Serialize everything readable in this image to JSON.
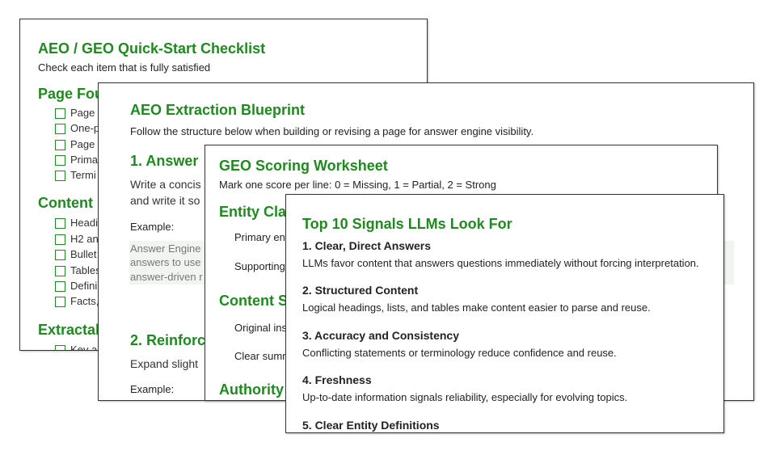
{
  "doc1": {
    "title": "AEO / GEO Quick-Start Checklist",
    "subtitle": "Check each item that is fully satisfied",
    "sections": [
      {
        "heading": "Page Fou",
        "items": [
          "Page",
          "One-p",
          "Page",
          "Prima",
          "Termi"
        ]
      },
      {
        "heading": "Content",
        "items": [
          "Headi",
          "H2 an",
          "Bullet",
          "Tables",
          "Defini",
          "Facts,"
        ]
      },
      {
        "heading": "Extractal",
        "items": [
          "Key a"
        ]
      }
    ]
  },
  "doc2": {
    "title": "AEO Extraction Blueprint",
    "subtitle": "Follow the structure below when building or revising a page for answer engine visibility.",
    "s1_heading": "1. Answer",
    "s1_lines": [
      "Write a concis",
      "and write it so"
    ],
    "example_label": "Example:",
    "example_lines": [
      "Answer Engine",
      "answers to use",
      "answer-driven r"
    ],
    "s2_heading": "2. Reinforc",
    "s2_line": "Expand slight",
    "example_label_2": "Example:"
  },
  "doc3": {
    "title": "GEO Scoring Worksheet",
    "subtitle": "Mark one score per line: 0 = Missing, 1 = Partial, 2 = Strong",
    "h_entity": "Entity Cla",
    "entity_items": [
      "Primary en",
      "Supporting"
    ],
    "h_content": "Content S",
    "content_items": [
      "Original ins",
      "Clear summ"
    ],
    "h_authority": "Authority"
  },
  "doc4": {
    "title": "Top 10 Signals LLMs Look For",
    "signals": [
      {
        "heading": "1. Clear, Direct Answers",
        "desc": "LLMs favor content that answers questions immediately without forcing interpretation."
      },
      {
        "heading": "2. Structured Content",
        "desc": "Logical headings, lists, and tables make content easier to parse and reuse."
      },
      {
        "heading": "3. Accuracy and Consistency",
        "desc": "Conflicting statements or terminology reduce confidence and reuse."
      },
      {
        "heading": "4. Freshness",
        "desc": "Up-to-date information signals reliability, especially for evolving topics."
      },
      {
        "heading": "5. Clear Entity Definitions",
        "desc": ""
      }
    ]
  },
  "colors": {
    "heading_green": "#1f8a1f",
    "example_bg": "#f2f4f2"
  }
}
